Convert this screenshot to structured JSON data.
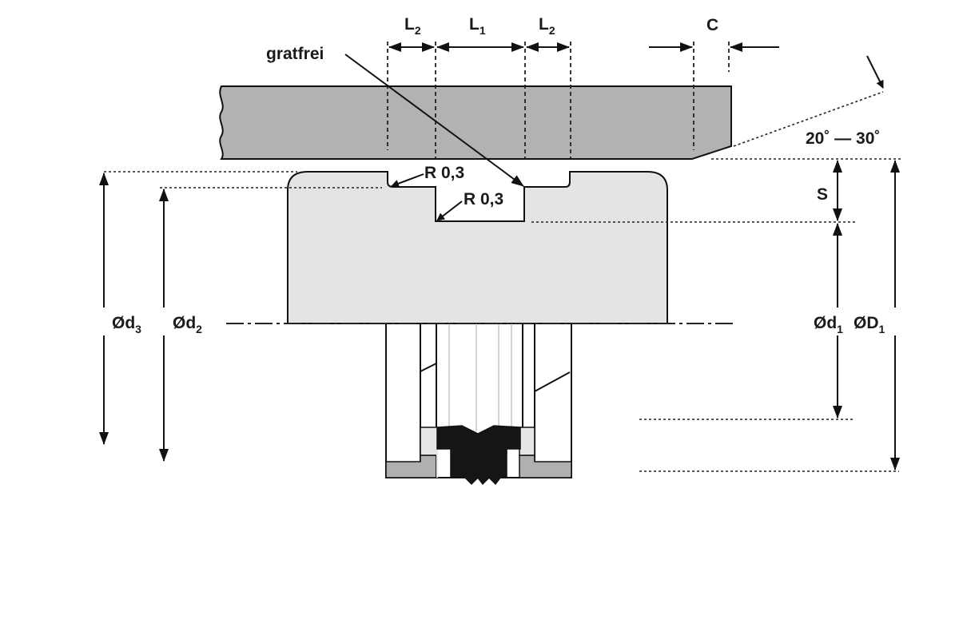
{
  "labels": {
    "l2_left": {
      "main": "L",
      "sub": "2"
    },
    "l1": {
      "main": "L",
      "sub": "1"
    },
    "l2_right": {
      "main": "L",
      "sub": "2"
    },
    "c": "C",
    "gratfrei": "gratfrei",
    "r_upper": "R 0,3",
    "r_lower": "R 0,3",
    "angle": "20˚ — 30˚",
    "s": "S",
    "d3": {
      "main": "Ød",
      "sub": "3"
    },
    "d2": {
      "main": "Ød",
      "sub": "2"
    },
    "d1": {
      "main": "Ød",
      "sub": "1"
    },
    "D1": {
      "main": "ØD",
      "sub": "1"
    }
  },
  "colors": {
    "rod": "#b2b2b2",
    "housing": "#e4e4e4",
    "seal": "#151515",
    "backup_ring": "#e6e6e6",
    "retainer": "#b0b0b0"
  }
}
